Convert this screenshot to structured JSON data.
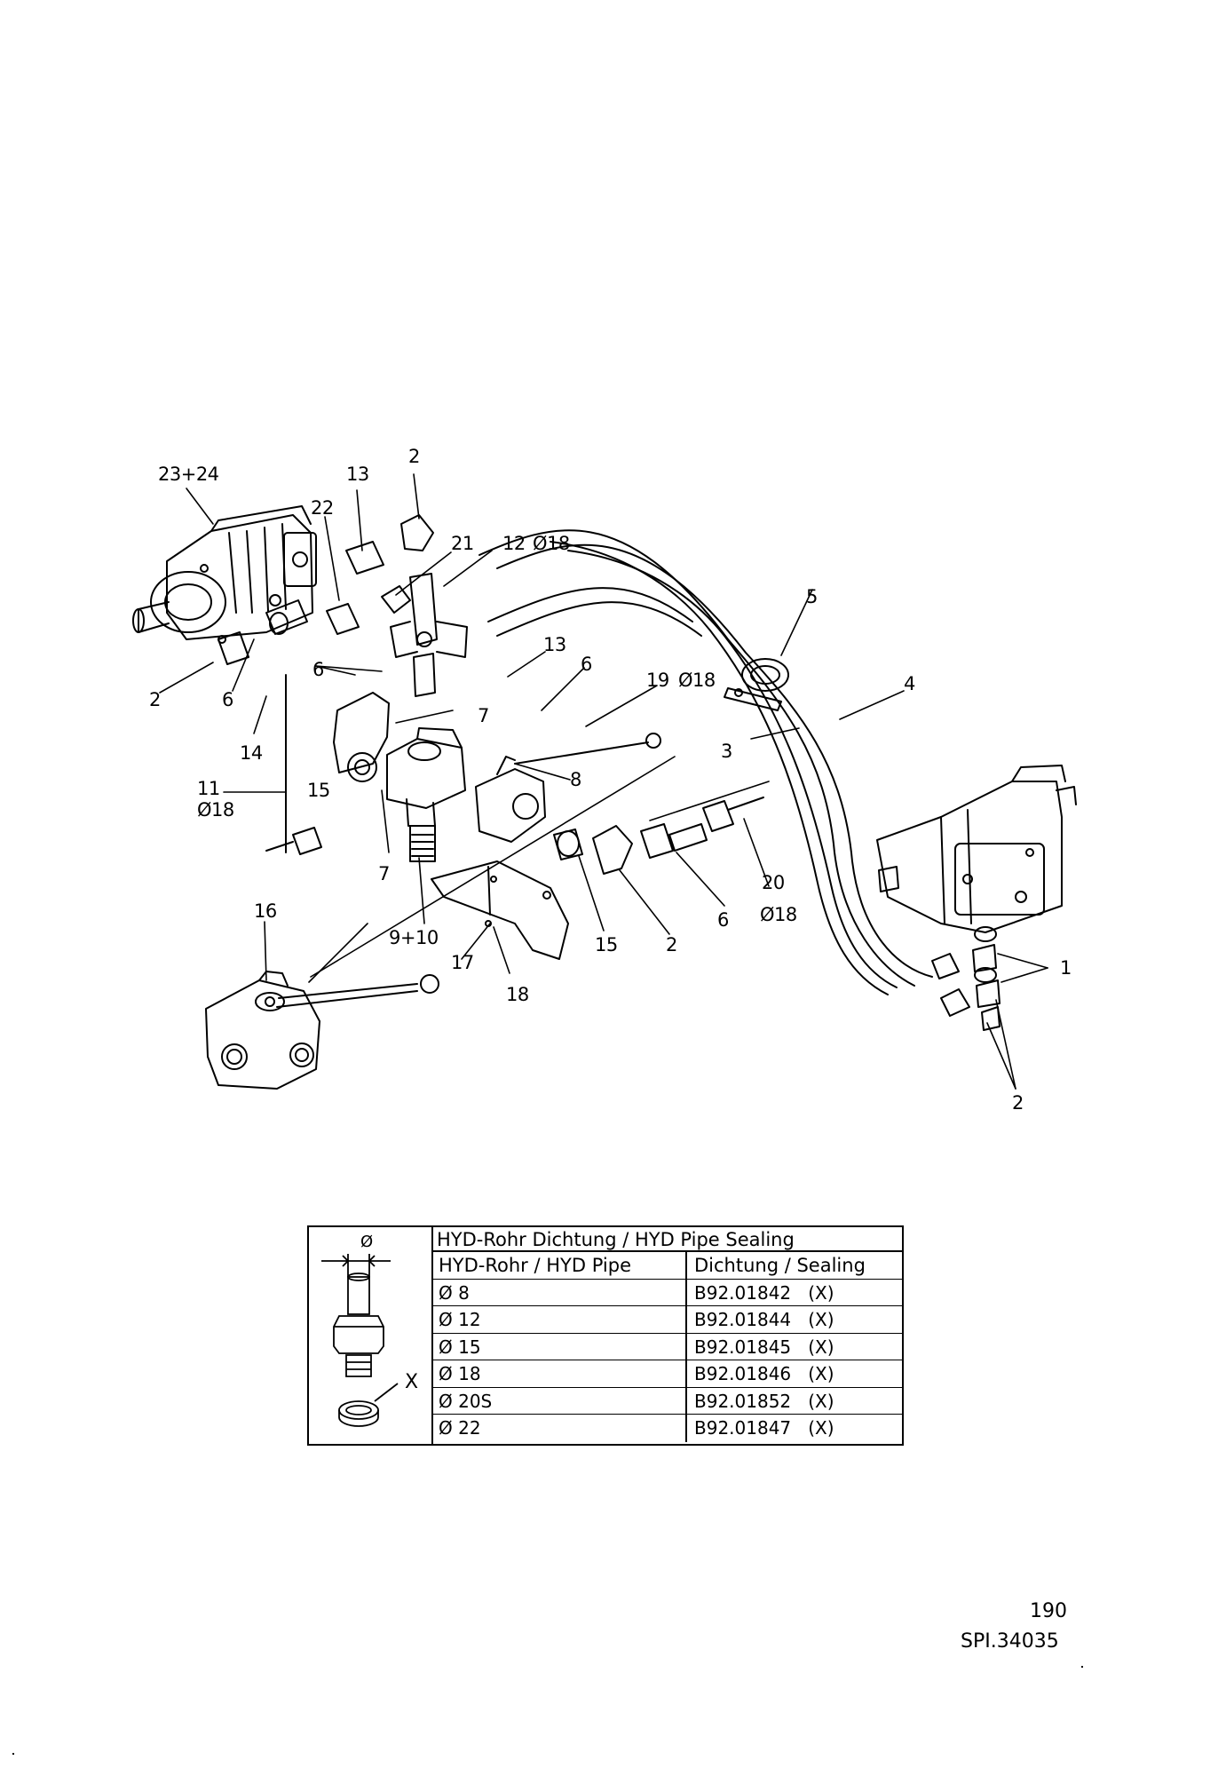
{
  "callouts": {
    "c_23_24": "23+24",
    "c_13_top": "13",
    "c_2_top": "2",
    "c_22": "22",
    "c_21": "21",
    "c_12": "12",
    "c_d18_12": "Ø18",
    "c_13_mid": "13",
    "c_6_right": "6",
    "c_5": "5",
    "c_19": "19",
    "c_d18_19": "Ø18",
    "c_4": "4",
    "c_3": "3",
    "c_2_left": "2",
    "c_6_left": "6",
    "c_6_mid": "6",
    "c_7_upper": "7",
    "c_14": "14",
    "c_11": "11",
    "c_d18_11": "Ø18",
    "c_15_left": "15",
    "c_8": "8",
    "c_7_lower": "7",
    "c_9_10": "9+10",
    "c_17": "17",
    "c_18": "18",
    "c_15_mid": "15",
    "c_2_mid": "2",
    "c_6_low": "6",
    "c_20": "20",
    "c_d18_20": "Ø18",
    "c_16": "16",
    "c_1": "1",
    "c_2_right": "2"
  },
  "seal_table": {
    "figure_diameter_label": "Ø",
    "figure_seal_label": "X",
    "title": "HYD-Rohr Dichtung / HYD Pipe Sealing",
    "col_pipe": "HYD-Rohr / HYD Pipe",
    "col_seal": "Dichtung / Sealing",
    "rows": [
      {
        "pipe": "Ø 8",
        "seal": "B92.01842   (X)"
      },
      {
        "pipe": "Ø 12",
        "seal": "B92.01844   (X)"
      },
      {
        "pipe": "Ø 15",
        "seal": "B92.01845   (X)"
      },
      {
        "pipe": "Ø 18",
        "seal": "B92.01846   (X)"
      },
      {
        "pipe": "Ø 20S",
        "seal": "B92.01852   (X)"
      },
      {
        "pipe": "Ø 22",
        "seal": "B92.01847   (X)"
      }
    ]
  },
  "footer": {
    "page_number": "190",
    "drawing_number": "SPI.34035"
  }
}
